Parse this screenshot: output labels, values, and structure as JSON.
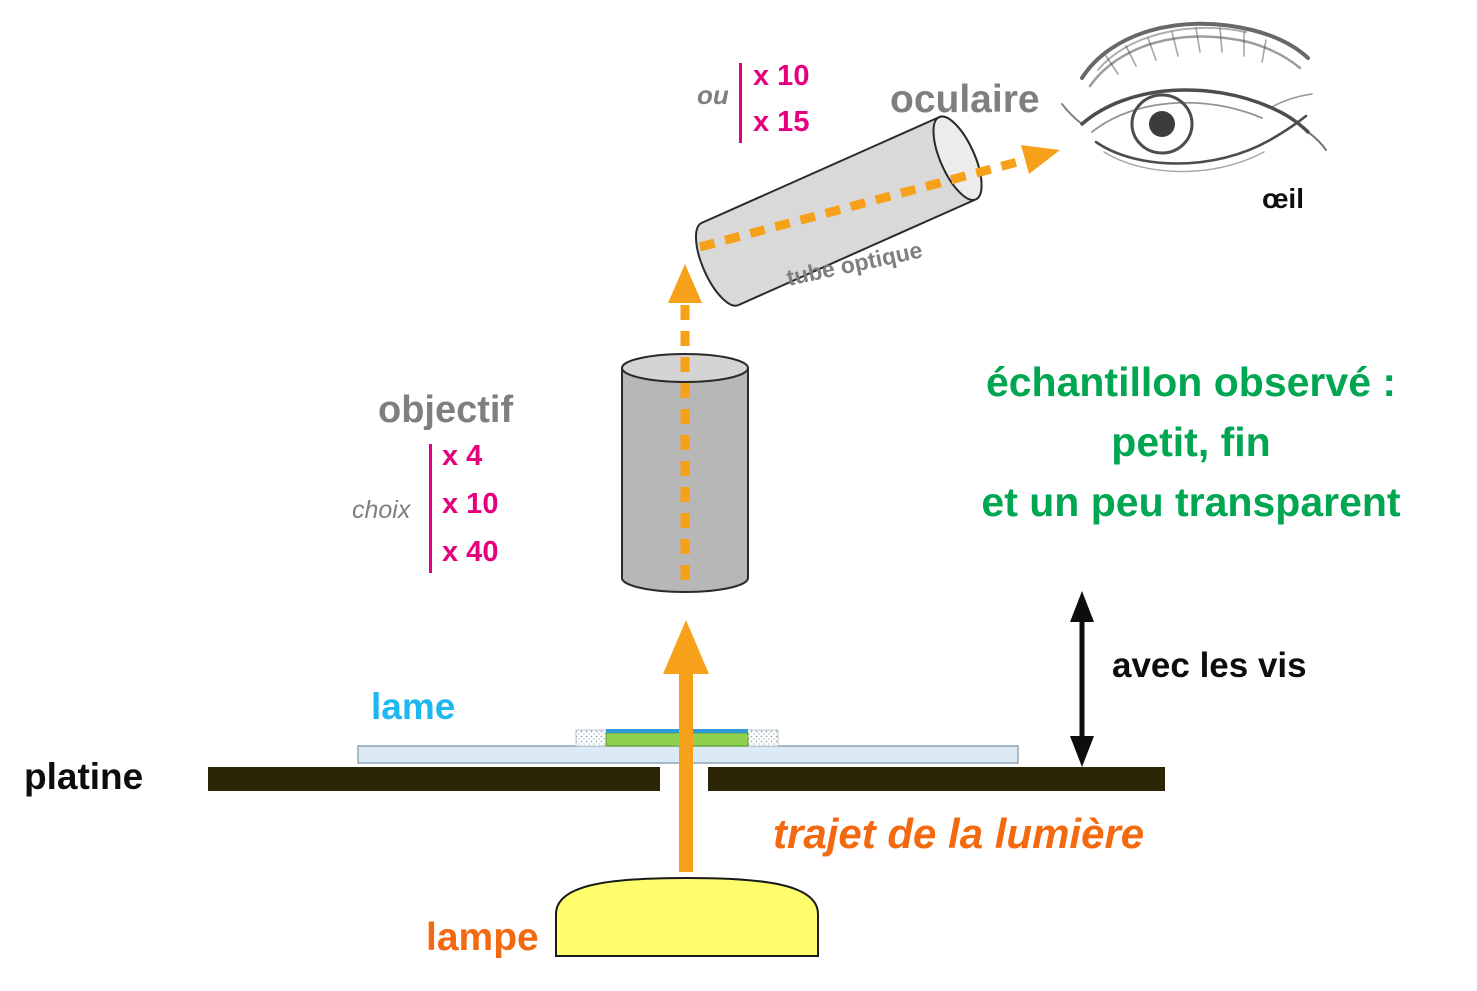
{
  "eyepiece": {
    "label": "oculaire",
    "choice_prefix": "ou",
    "options": [
      "x 10",
      "x 15"
    ],
    "tube_label": "tube optique",
    "eye_label": "œil"
  },
  "objective": {
    "label": "objectif",
    "choice_prefix": "choix",
    "options": [
      "x 4",
      "x 10",
      "x 40"
    ]
  },
  "sample_note": {
    "line1": "échantillon observé :",
    "line2": "petit, fin",
    "line3": "et un peu transparent"
  },
  "stage": {
    "screws_label": "avec les vis",
    "slide_label": "lame",
    "stage_label": "platine"
  },
  "light": {
    "path_label": "trajet de la lumière",
    "lamp_label": "lampe"
  },
  "colors": {
    "magenta": "#E6007E",
    "arrow_orange": "#F7A11B",
    "text_orange": "#F3690F",
    "green": "#00A651",
    "gray_label": "#7F7F7F",
    "cyan": "#1EB8F0",
    "stage_dark": "#2B2706",
    "lamp_yellow": "#FFFF6E",
    "slide_blue": "#DCEAF5",
    "specimen_green": "#8FD14F"
  }
}
